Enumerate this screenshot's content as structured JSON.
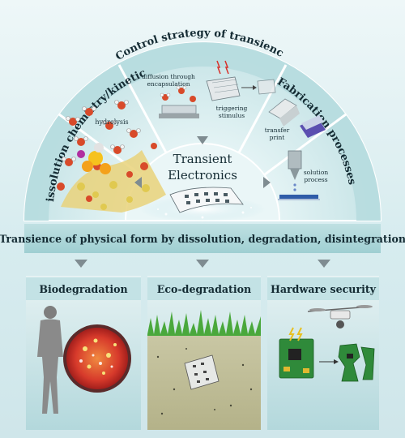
{
  "sectors": {
    "left_title": "Dissolution chemistry/kinetics",
    "top_title": "Control strategy of transience",
    "right_title": "Fabrication processes"
  },
  "labels": {
    "hydrolysis": "hydrolysis",
    "diffusion_line1": "diffusion through",
    "diffusion_line2": "encapsulation",
    "trigger_line1": "triggering",
    "trigger_line2": "stimulus",
    "transfer_line1": "transfer",
    "transfer_line2": "print",
    "solution_line1": "solution",
    "solution_line2": "process"
  },
  "center": {
    "line1": "Transient",
    "line2": "Electronics"
  },
  "banner": "Transience of physical form by dissolution, degradation, disintegration",
  "panels": [
    {
      "title": "Biodegradation"
    },
    {
      "title": "Eco-degradation"
    },
    {
      "title": "Hardware security"
    }
  ],
  "colors": {
    "arc_outer": "#bfe0e2",
    "arc_inner": "#d3ecee",
    "banner": "#a9d5d8",
    "text": "#142b33"
  }
}
